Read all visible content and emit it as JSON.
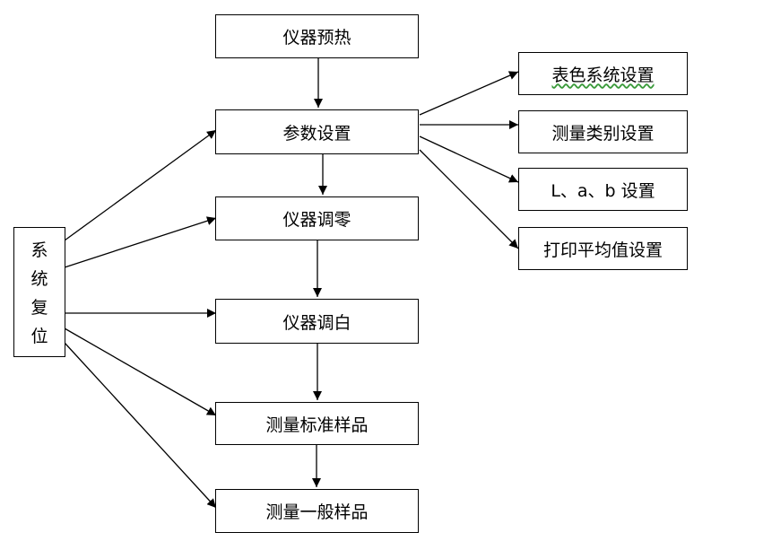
{
  "diagram": {
    "main_steps": [
      "仪器预热",
      "参数设置",
      "仪器调零",
      "仪器调白",
      "测量标准样品",
      "测量一般样品"
    ],
    "reset_label_chars": [
      "系",
      "统",
      "复",
      "位"
    ],
    "parameter_settings": [
      "表色系统设置",
      "测量类别设置",
      "L、a、b 设置",
      "打印平均值设置"
    ]
  },
  "colors": {
    "line": "#000000",
    "box_border": "#000000",
    "spell_underline": "#3a9a3a"
  }
}
